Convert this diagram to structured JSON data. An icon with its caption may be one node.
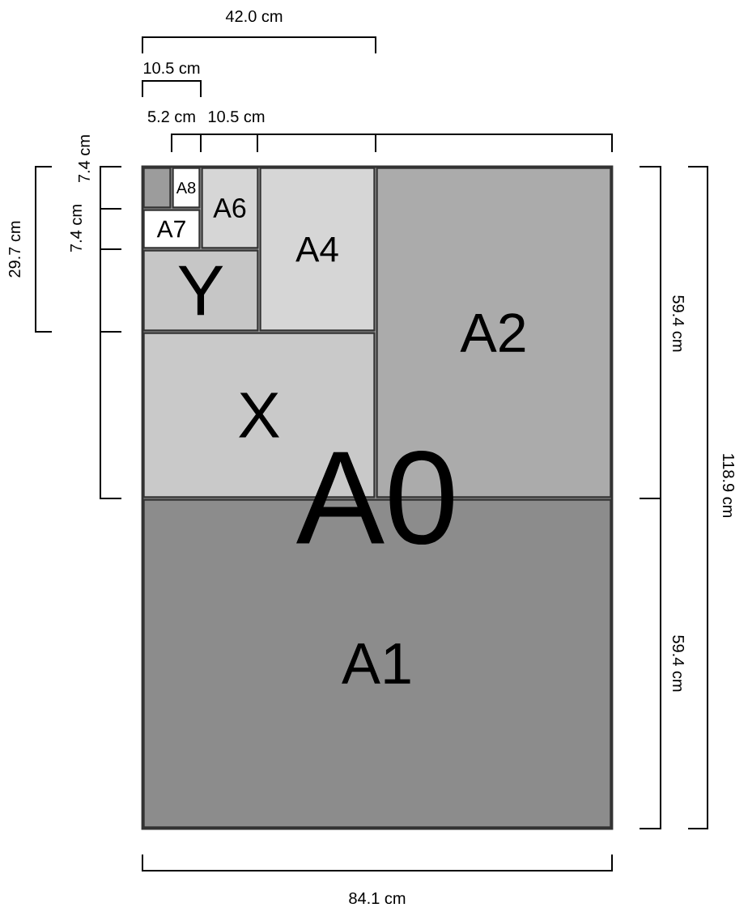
{
  "diagram": {
    "nodes": [
      {
        "text": [
          "A0"
        ]
      },
      {
        "text": [],
        "shape": "box",
        "in": 0
      },
      {
        "text": [
          "A8"
        ],
        "in": 0
      },
      {
        "text": [
          "A6"
        ],
        "in": 0
      },
      {
        "text": [
          "A7"
        ],
        "in": 0
      },
      {
        "text": [
          "Y"
        ],
        "in": 0
      },
      {
        "text": [
          "A4"
        ],
        "in": 0
      },
      {
        "text": [
          "A2"
        ],
        "in": 0
      },
      {
        "text": [
          "X"
        ],
        "in": 0
      },
      {
        "text": [
          "A1"
        ],
        "in": 0
      }
    ],
    "labels": [
      "42.0 cm",
      "10.5 cm",
      "5.2 cm",
      "10.5 cm",
      "7.4 cm",
      "7.4 cm",
      "29.7 cm",
      "59.4 cm",
      "118.9 cm",
      "59.4 cm",
      "84.1 cm"
    ]
  }
}
